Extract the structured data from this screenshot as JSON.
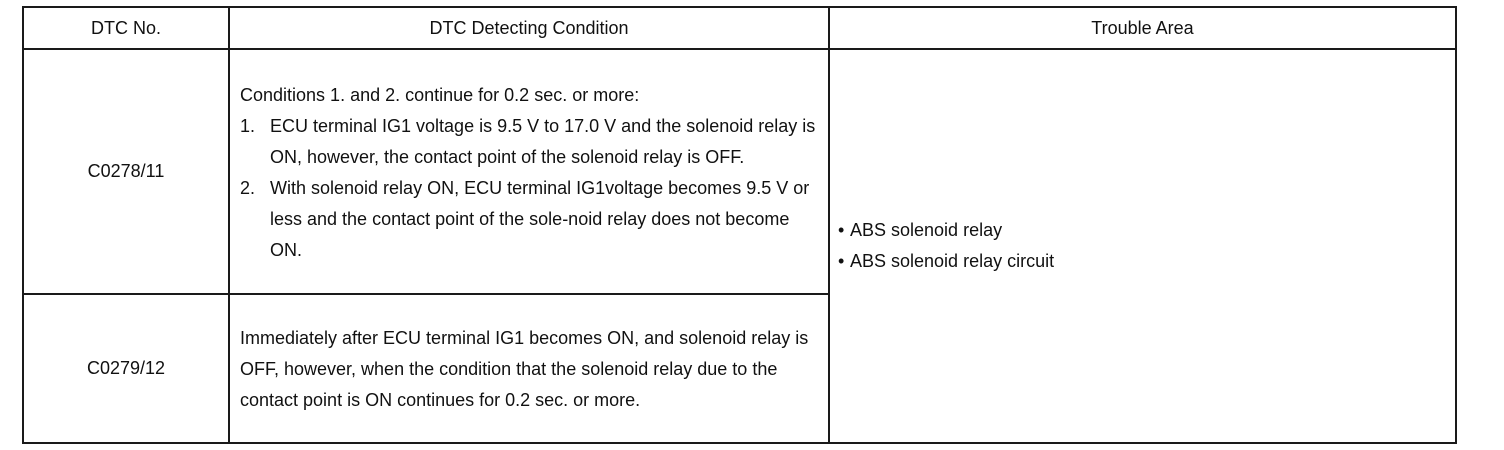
{
  "headers": {
    "dtc_no": "DTC No.",
    "condition": "DTC Detecting Condition",
    "trouble_area": "Trouble Area"
  },
  "rows": [
    {
      "code": "C0278/11",
      "intro": "Conditions 1. and 2. continue for 0.2 sec. or more:",
      "items": [
        {
          "num": "1.",
          "text": "ECU terminal IG1 voltage is 9.5 V to 17.0 V and the solenoid relay is ON, however, the contact point of the solenoid relay is OFF."
        },
        {
          "num": "2.",
          "text": "With solenoid relay ON, ECU terminal IG1voltage becomes 9.5 V or less and the contact point of the sole-noid relay does not become ON."
        }
      ]
    },
    {
      "code": "C0279/12",
      "text": "Immediately after ECU terminal IG1 becomes ON, and solenoid relay is OFF, however, when the condition that the solenoid relay due to the contact point is ON continues for 0.2 sec. or more."
    }
  ],
  "trouble_area": {
    "bullet_symbol": "•",
    "items": [
      "ABS solenoid relay",
      "ABS solenoid relay circuit"
    ]
  }
}
